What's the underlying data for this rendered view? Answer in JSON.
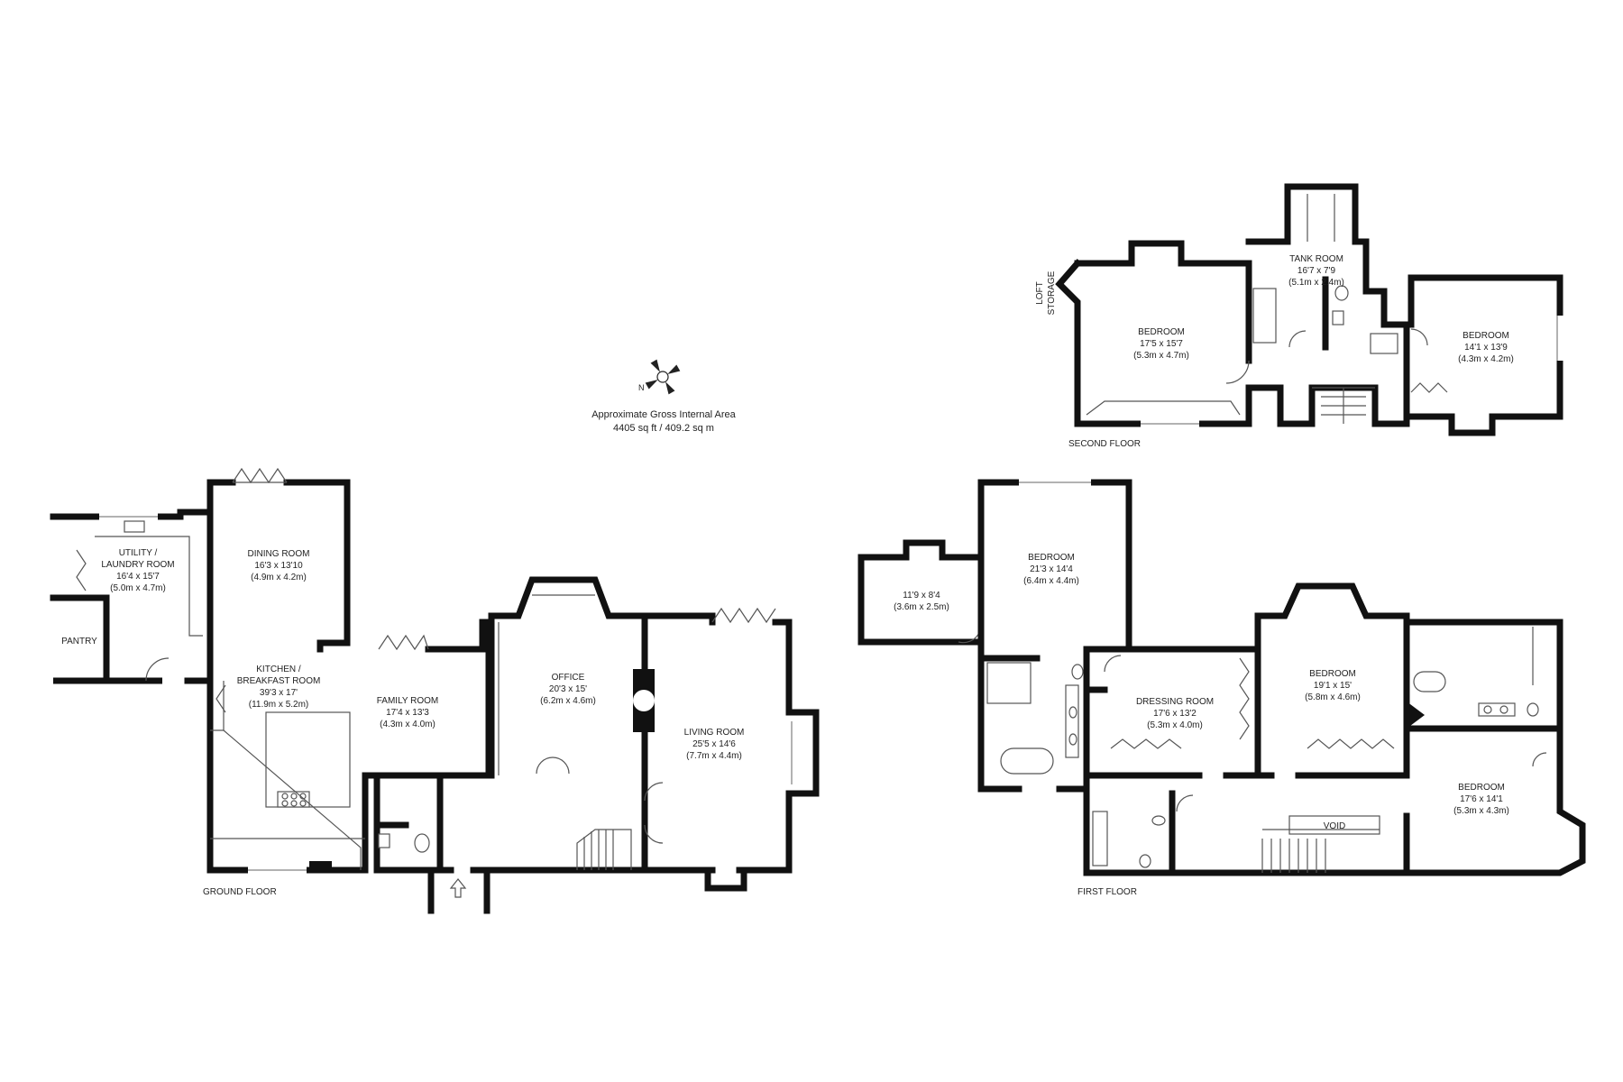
{
  "area": {
    "title": "Approximate Gross Internal Area",
    "value": "4405 sq ft / 409.2 sq m"
  },
  "compass": {
    "label": "N"
  },
  "floors": {
    "ground": "GROUND FLOOR",
    "first": "FIRST FLOOR",
    "second": "SECOND FLOOR"
  },
  "rooms": {
    "utility": {
      "name1": "UTILITY /",
      "name2": "LAUNDRY ROOM",
      "imperial": "16'4 x 15'7",
      "metric": "(5.0m x 4.7m)"
    },
    "pantry": {
      "name": "PANTRY"
    },
    "dining": {
      "name": "DINING ROOM",
      "imperial": "16'3 x 13'10",
      "metric": "(4.9m x 4.2m)"
    },
    "kitchen": {
      "name1": "KITCHEN /",
      "name2": "BREAKFAST ROOM",
      "imperial": "39'3 x 17'",
      "metric": "(11.9m x 5.2m)"
    },
    "family": {
      "name": "FAMILY ROOM",
      "imperial": "17'4 x 13'3",
      "metric": "(4.3m x 4.0m)"
    },
    "office": {
      "name": "OFFICE",
      "imperial": "20'3 x 15'",
      "metric": "(6.2m x 4.6m)"
    },
    "living": {
      "name": "LIVING ROOM",
      "imperial": "25'5 x 14'6",
      "metric": "(7.7m x 4.4m)"
    },
    "ff_small": {
      "imperial": "11'9 x 8'4",
      "metric": "(3.6m x 2.5m)"
    },
    "ff_bed1": {
      "name": "BEDROOM",
      "imperial": "21'3 x 14'4",
      "metric": "(6.4m x 4.4m)"
    },
    "dressing": {
      "name": "DRESSING ROOM",
      "imperial": "17'6 x 13'2",
      "metric": "(5.3m x 4.0m)"
    },
    "ff_bed2": {
      "name": "BEDROOM",
      "imperial": "19'1 x 15'",
      "metric": "(5.8m x 4.6m)"
    },
    "ff_bed3": {
      "name": "BEDROOM",
      "imperial": "17'6 x 14'1",
      "metric": "(5.3m x 4.3m)"
    },
    "void": {
      "name": "VOID"
    },
    "loft": {
      "name1": "LOFT",
      "name2": "STORAGE"
    },
    "sf_bed1": {
      "name": "BEDROOM",
      "imperial": "17'5 x 15'7",
      "metric": "(5.3m x 4.7m)"
    },
    "tank": {
      "name": "TANK ROOM",
      "imperial": "16'7 x 7'9",
      "metric": "(5.1m x 2.4m)"
    },
    "sf_bed2": {
      "name": "BEDROOM",
      "imperial": "14'1 x 13'9",
      "metric": "(4.3m x 4.2m)"
    }
  }
}
